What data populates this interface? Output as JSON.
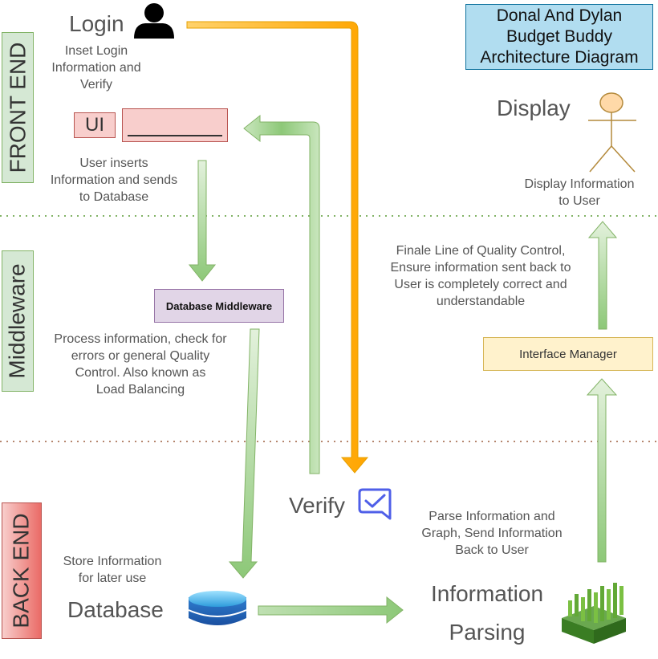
{
  "title": "Donal And Dylan\nBudget Buddy\nArchitecture Diagram",
  "lanes": {
    "front": "FRONT END",
    "middle": "Middleware",
    "back": "BACK END"
  },
  "nodes": {
    "login": "Login",
    "login_desc": "Inset Login\nInformation and\nVerify",
    "ui": "UI",
    "ui_desc": "User inserts\nInformation and sends\nto Database",
    "db_middleware": "Database Middleware",
    "middleware_desc": "Process information, check for\nerrors or general Quality\nControl. Also known as\nLoad Balancing",
    "verify": "Verify",
    "store_desc": "Store Information\nfor later use",
    "database": "Database",
    "info_parsing": "Information\n\nParsing",
    "parse_desc": "Parse Information and\nGraph, Send Information\nBack to User",
    "interface_manager": "Interface Manager",
    "quality_desc": "Finale Line of Quality Control,\nEnsure information sent back to\nUser is completely correct and\nunderstandable",
    "display": "Display",
    "display_desc": "Display Information\nto User"
  },
  "colors": {
    "green_arrow": "#8dc878",
    "orange_arrow": "#ffa500",
    "lane_fill_green": "#d5e8d4",
    "lane_fill_red": "#f8cecc",
    "title_fill": "#b1ddf0",
    "middleware_fill": "#e1d5e7",
    "interface_fill": "#fff2cc"
  },
  "icons": [
    "user-icon",
    "stick-figure-icon",
    "verify-chat-icon",
    "database-icon",
    "analytics-icon"
  ]
}
